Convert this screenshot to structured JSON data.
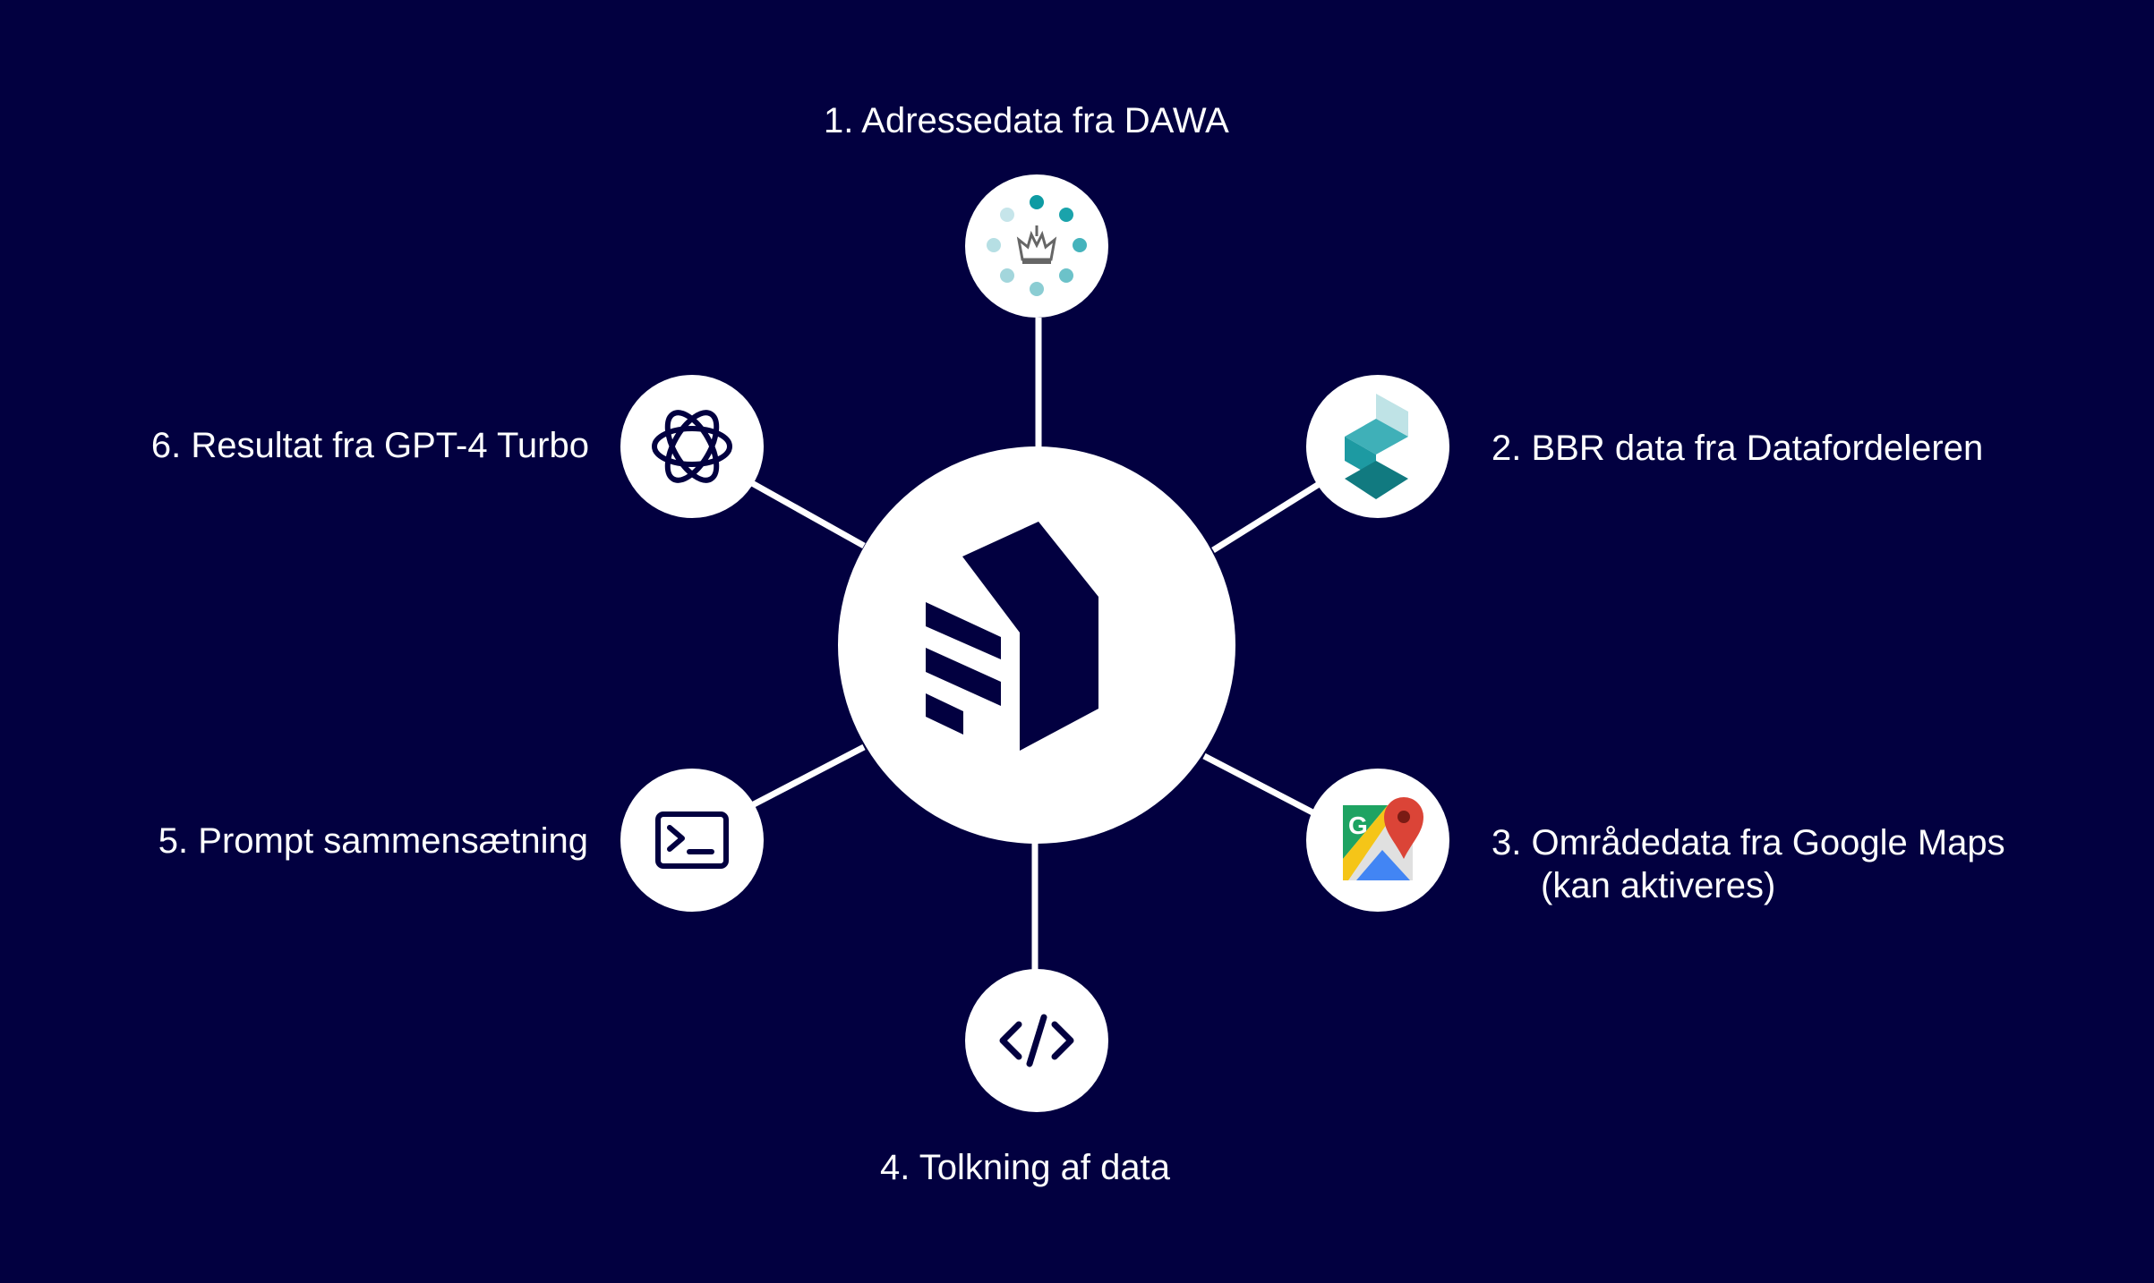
{
  "colors": {
    "background": "#020040",
    "node": "#ffffff",
    "accent_teal": "#1aa0a8"
  },
  "center": {
    "icon": "building-logo-icon"
  },
  "nodes": [
    {
      "label": "1. Adressedata fra DAWA",
      "icon": "crown-dots-icon"
    },
    {
      "label": "2. BBR data fra Datafordeleren",
      "icon": "datafordeler-icon"
    },
    {
      "label": "3. Områdedata fra Google Maps",
      "sublabel": "(kan aktiveres)",
      "icon": "google-maps-icon"
    },
    {
      "label": "4. Tolkning af data",
      "icon": "code-icon"
    },
    {
      "label": "5. Prompt sammensætning",
      "icon": "terminal-icon"
    },
    {
      "label": "6. Resultat fra GPT-4 Turbo",
      "icon": "openai-icon"
    }
  ]
}
